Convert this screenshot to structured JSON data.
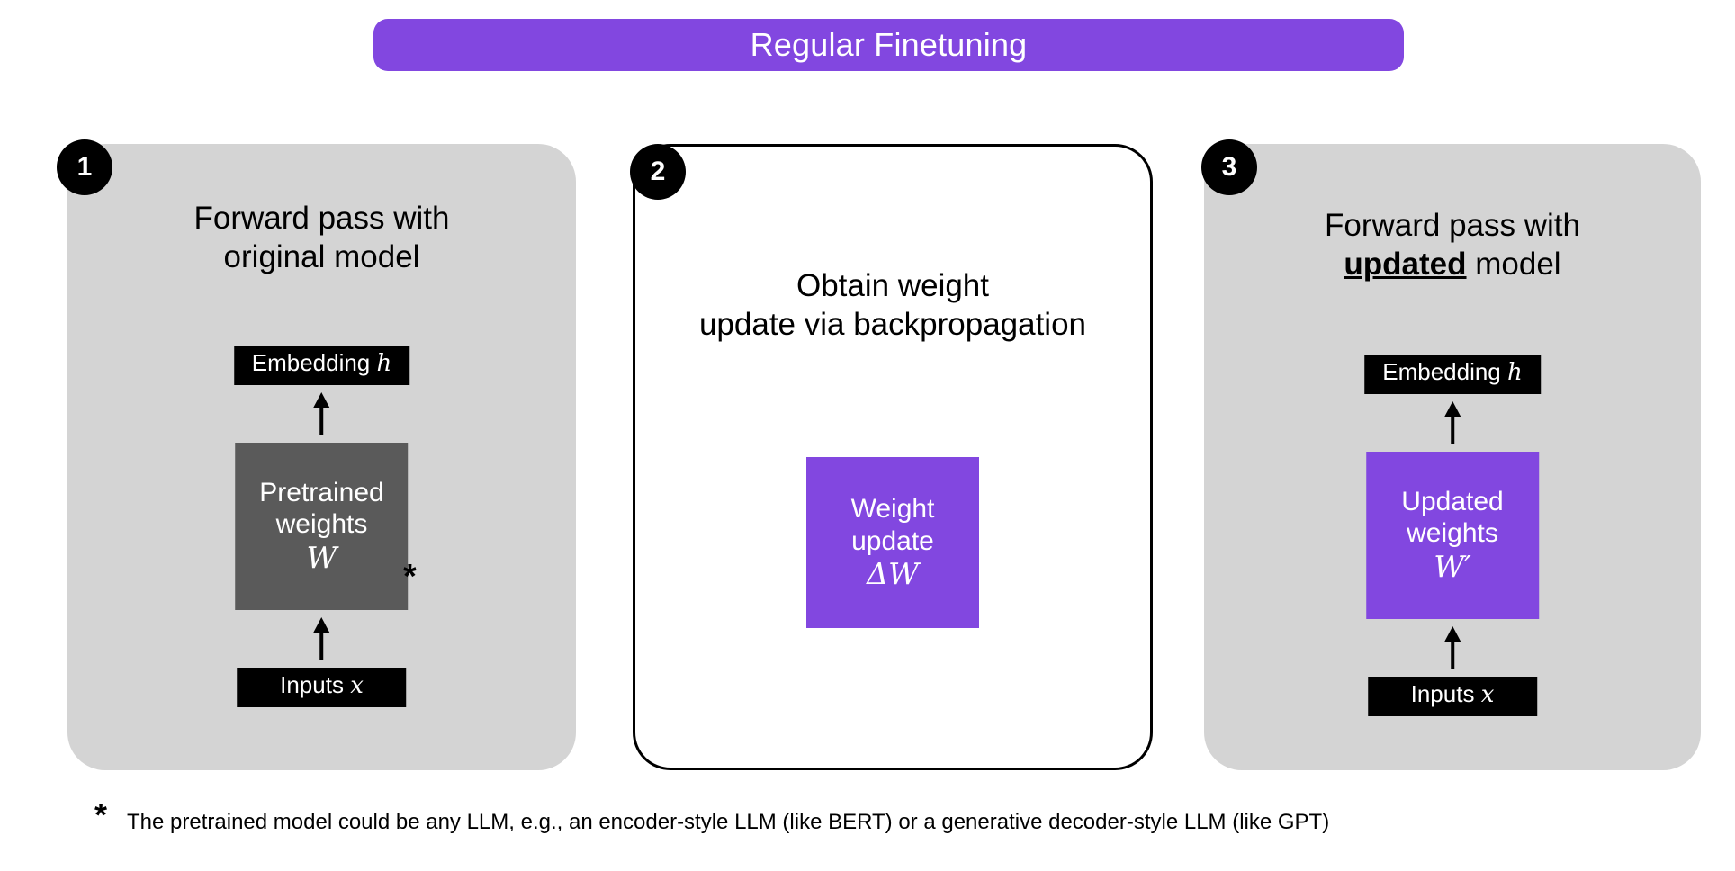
{
  "title": {
    "text": "Regular Finetuning",
    "background": "#8247e0",
    "color": "#ffffff"
  },
  "colors": {
    "accent_purple": "#8247e0",
    "panel_gray": "#d4d4d4",
    "pretrained_gray": "#5a5a5a",
    "black": "#000000",
    "white": "#ffffff"
  },
  "panels": [
    {
      "step": "1",
      "heading_line1": "Forward pass with",
      "heading_line2": "original model",
      "style": "filled",
      "nodes": {
        "embedding_label": "Embedding",
        "embedding_var": "h",
        "weights_line1": "Pretrained",
        "weights_line2": "weights",
        "weights_var": "W",
        "inputs_label": "Inputs",
        "inputs_var": "x"
      },
      "asterisk": "*"
    },
    {
      "step": "2",
      "heading_line1": "Obtain weight",
      "heading_line2": "update via backpropagation",
      "style": "outlined",
      "nodes": {
        "update_line1": "Weight",
        "update_line2": "update",
        "update_var": "ΔW"
      }
    },
    {
      "step": "3",
      "heading_prefix": "Forward pass with",
      "heading_emph": "updated",
      "heading_suffix": " model",
      "style": "filled",
      "nodes": {
        "embedding_label": "Embedding",
        "embedding_var": "h",
        "weights_line1": "Updated",
        "weights_line2": "weights",
        "weights_var": "W′",
        "inputs_label": "Inputs",
        "inputs_var": "x"
      }
    }
  ],
  "footnote": {
    "marker": "*",
    "text": "The pretrained model could be any LLM, e.g., an encoder-style LLM (like BERT) or a generative decoder-style LLM (like GPT)"
  }
}
